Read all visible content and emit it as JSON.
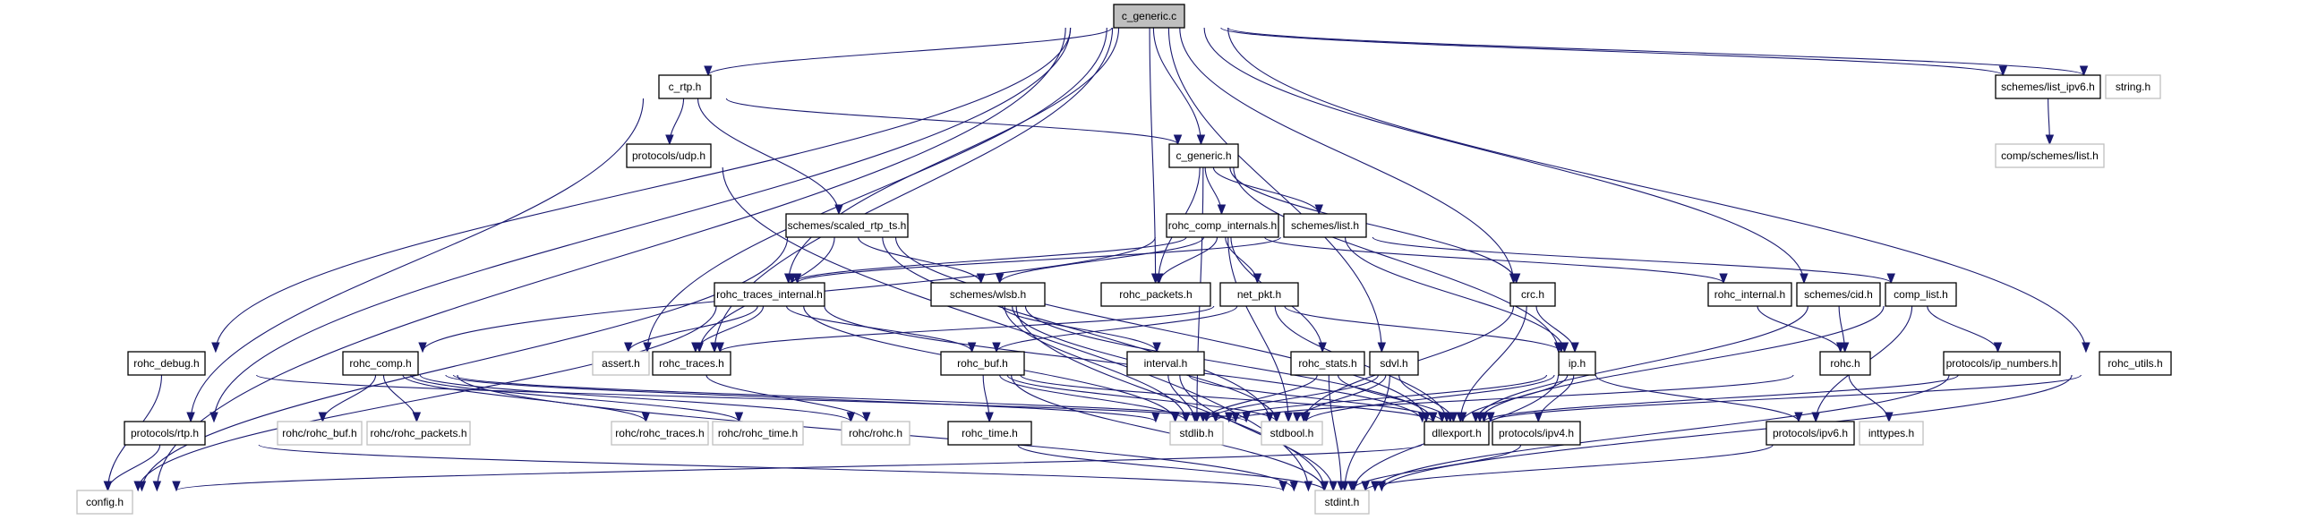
{
  "graph": {
    "title": "c_generic.c",
    "edge_color": "#191970",
    "root_fill": "#bfbfbf",
    "node_border_local": "#000000",
    "node_border_external": "#bfbfbf",
    "nodes": [
      {
        "id": "c_generic_c",
        "label": "c_generic.c",
        "kind": "root"
      },
      {
        "id": "c_rtp_h",
        "label": "c_rtp.h",
        "kind": "local"
      },
      {
        "id": "schemes_list_ipv6_h",
        "label": "schemes/list_ipv6.h",
        "kind": "local"
      },
      {
        "id": "string_h",
        "label": "string.h",
        "kind": "ext"
      },
      {
        "id": "protocols_udp_h",
        "label": "protocols/udp.h",
        "kind": "local"
      },
      {
        "id": "c_generic_h",
        "label": "c_generic.h",
        "kind": "local"
      },
      {
        "id": "comp_schemes_list_h",
        "label": "comp/schemes/list.h",
        "kind": "ext"
      },
      {
        "id": "schemes_scaled_rtp_ts_h",
        "label": "schemes/scaled_rtp_ts.h",
        "kind": "local"
      },
      {
        "id": "rohc_comp_internals_h",
        "label": "rohc_comp_internals.h",
        "kind": "local"
      },
      {
        "id": "schemes_list_h",
        "label": "schemes/list.h",
        "kind": "local"
      },
      {
        "id": "rohc_traces_internal_h",
        "label": "rohc_traces_internal.h",
        "kind": "local"
      },
      {
        "id": "schemes_wlsb_h",
        "label": "schemes/wlsb.h",
        "kind": "local"
      },
      {
        "id": "rohc_packets_h",
        "label": "rohc_packets.h",
        "kind": "local"
      },
      {
        "id": "net_pkt_h",
        "label": "net_pkt.h",
        "kind": "local"
      },
      {
        "id": "crc_h",
        "label": "crc.h",
        "kind": "local"
      },
      {
        "id": "rohc_internal_h",
        "label": "rohc_internal.h",
        "kind": "local"
      },
      {
        "id": "schemes_cid_h",
        "label": "schemes/cid.h",
        "kind": "local"
      },
      {
        "id": "comp_list_h",
        "label": "comp_list.h",
        "kind": "local"
      },
      {
        "id": "rohc_debug_h",
        "label": "rohc_debug.h",
        "kind": "local"
      },
      {
        "id": "rohc_comp_h",
        "label": "rohc_comp.h",
        "kind": "local"
      },
      {
        "id": "assert_h",
        "label": "assert.h",
        "kind": "ext"
      },
      {
        "id": "rohc_traces_h",
        "label": "rohc_traces.h",
        "kind": "local"
      },
      {
        "id": "rohc_buf_h",
        "label": "rohc_buf.h",
        "kind": "local"
      },
      {
        "id": "interval_h",
        "label": "interval.h",
        "kind": "local"
      },
      {
        "id": "rohc_stats_h",
        "label": "rohc_stats.h",
        "kind": "local"
      },
      {
        "id": "sdvl_h",
        "label": "sdvl.h",
        "kind": "local"
      },
      {
        "id": "ip_h",
        "label": "ip.h",
        "kind": "local"
      },
      {
        "id": "rohc_h",
        "label": "rohc.h",
        "kind": "local"
      },
      {
        "id": "protocols_ip_numbers_h",
        "label": "protocols/ip_numbers.h",
        "kind": "local"
      },
      {
        "id": "rohc_utils_h",
        "label": "rohc_utils.h",
        "kind": "local"
      },
      {
        "id": "protocols_rtp_h",
        "label": "protocols/rtp.h",
        "kind": "local"
      },
      {
        "id": "rohc_rohc_buf_h",
        "label": "rohc/rohc_buf.h",
        "kind": "ext"
      },
      {
        "id": "rohc_rohc_packets_h",
        "label": "rohc/rohc_packets.h",
        "kind": "ext"
      },
      {
        "id": "rohc_rohc_traces_h",
        "label": "rohc/rohc_traces.h",
        "kind": "ext"
      },
      {
        "id": "rohc_rohc_time_h",
        "label": "rohc/rohc_time.h",
        "kind": "ext"
      },
      {
        "id": "rohc_rohc_h",
        "label": "rohc/rohc.h",
        "kind": "ext"
      },
      {
        "id": "rohc_time_h",
        "label": "rohc_time.h",
        "kind": "local"
      },
      {
        "id": "stdlib_h",
        "label": "stdlib.h",
        "kind": "ext"
      },
      {
        "id": "stdbool_h",
        "label": "stdbool.h",
        "kind": "ext"
      },
      {
        "id": "dllexport_h",
        "label": "dllexport.h",
        "kind": "local"
      },
      {
        "id": "protocols_ipv4_h",
        "label": "protocols/ipv4.h",
        "kind": "local"
      },
      {
        "id": "protocols_ipv6_h",
        "label": "protocols/ipv6.h",
        "kind": "local"
      },
      {
        "id": "inttypes_h",
        "label": "inttypes.h",
        "kind": "ext"
      },
      {
        "id": "config_h",
        "label": "config.h",
        "kind": "ext"
      },
      {
        "id": "stdint_h",
        "label": "stdint.h",
        "kind": "ext"
      }
    ],
    "edges": [
      [
        "c_generic_c",
        "c_rtp_h"
      ],
      [
        "c_generic_c",
        "c_generic_h"
      ],
      [
        "c_generic_c",
        "schemes_list_ipv6_h"
      ],
      [
        "c_generic_c",
        "string_h"
      ],
      [
        "c_generic_c",
        "config_h"
      ],
      [
        "c_generic_c",
        "rohc_debug_h"
      ],
      [
        "c_generic_c",
        "rohc_traces_internal_h"
      ],
      [
        "c_generic_c",
        "rohc_traces_h"
      ],
      [
        "c_generic_c",
        "assert_h"
      ],
      [
        "c_generic_c",
        "rohc_packets_h"
      ],
      [
        "c_generic_c",
        "crc_h"
      ],
      [
        "c_generic_c",
        "schemes_cid_h"
      ],
      [
        "c_generic_c",
        "sdvl_h"
      ],
      [
        "c_generic_c",
        "rohc_utils_h"
      ],
      [
        "c_generic_c",
        "protocols_rtp_h"
      ],
      [
        "c_rtp_h",
        "protocols_udp_h"
      ],
      [
        "c_rtp_h",
        "schemes_scaled_rtp_ts_h"
      ],
      [
        "c_rtp_h",
        "c_generic_h"
      ],
      [
        "c_rtp_h",
        "protocols_rtp_h"
      ],
      [
        "schemes_list_ipv6_h",
        "comp_schemes_list_h"
      ],
      [
        "protocols_udp_h",
        "stdint_h"
      ],
      [
        "c_generic_h",
        "rohc_comp_internals_h"
      ],
      [
        "c_generic_h",
        "schemes_list_h"
      ],
      [
        "c_generic_h",
        "rohc_packets_h"
      ],
      [
        "c_generic_h",
        "crc_h"
      ],
      [
        "c_generic_h",
        "ip_h"
      ],
      [
        "c_generic_h",
        "stdlib_h"
      ],
      [
        "schemes_scaled_rtp_ts_h",
        "schemes_wlsb_h"
      ],
      [
        "schemes_scaled_rtp_ts_h",
        "rohc_traces_h"
      ],
      [
        "schemes_scaled_rtp_ts_h",
        "config_h"
      ],
      [
        "schemes_scaled_rtp_ts_h",
        "stdbool_h"
      ],
      [
        "schemes_scaled_rtp_ts_h",
        "dllexport_h"
      ],
      [
        "rohc_comp_internals_h",
        "rohc_traces_internal_h"
      ],
      [
        "rohc_comp_internals_h",
        "schemes_wlsb_h"
      ],
      [
        "rohc_comp_internals_h",
        "rohc_packets_h"
      ],
      [
        "rohc_comp_internals_h",
        "net_pkt_h"
      ],
      [
        "rohc_comp_internals_h",
        "rohc_stats_h"
      ],
      [
        "rohc_comp_internals_h",
        "rohc_internal_h"
      ],
      [
        "rohc_comp_internals_h",
        "rohc_comp_h"
      ],
      [
        "rohc_comp_internals_h",
        "stdbool_h"
      ],
      [
        "schemes_list_h",
        "comp_list_h"
      ],
      [
        "schemes_list_h",
        "ip_h"
      ],
      [
        "schemes_list_h",
        "rohc_traces_internal_h"
      ],
      [
        "rohc_traces_internal_h",
        "rohc_traces_h"
      ],
      [
        "rohc_traces_internal_h",
        "assert_h"
      ],
      [
        "rohc_traces_internal_h",
        "rohc_buf_h"
      ],
      [
        "rohc_traces_internal_h",
        "config_h"
      ],
      [
        "rohc_traces_internal_h",
        "stdlib_h"
      ],
      [
        "rohc_traces_internal_h",
        "dllexport_h"
      ],
      [
        "schemes_wlsb_h",
        "interval_h"
      ],
      [
        "schemes_wlsb_h",
        "stdlib_h"
      ],
      [
        "schemes_wlsb_h",
        "stdint_h"
      ],
      [
        "schemes_wlsb_h",
        "stdbool_h"
      ],
      [
        "schemes_wlsb_h",
        "dllexport_h"
      ],
      [
        "net_pkt_h",
        "ip_h"
      ],
      [
        "net_pkt_h",
        "rohc_buf_h"
      ],
      [
        "net_pkt_h",
        "rohc_traces_h"
      ],
      [
        "net_pkt_h",
        "dllexport_h"
      ],
      [
        "crc_h",
        "ip_h"
      ],
      [
        "crc_h",
        "dllexport_h"
      ],
      [
        "crc_h",
        "stdbool_h"
      ],
      [
        "rohc_internal_h",
        "rohc_h"
      ],
      [
        "schemes_cid_h",
        "rohc_h"
      ],
      [
        "schemes_cid_h",
        "dllexport_h"
      ],
      [
        "comp_list_h",
        "protocols_ip_numbers_h"
      ],
      [
        "comp_list_h",
        "protocols_ipv6_h"
      ],
      [
        "comp_list_h",
        "dllexport_h"
      ],
      [
        "rohc_debug_h",
        "config_h"
      ],
      [
        "rohc_debug_h",
        "stdbool_h"
      ],
      [
        "rohc_comp_h",
        "rohc_rohc_buf_h"
      ],
      [
        "rohc_comp_h",
        "rohc_rohc_packets_h"
      ],
      [
        "rohc_comp_h",
        "rohc_rohc_traces_h"
      ],
      [
        "rohc_comp_h",
        "rohc_rohc_time_h"
      ],
      [
        "rohc_comp_h",
        "rohc_rohc_h"
      ],
      [
        "rohc_comp_h",
        "stdlib_h"
      ],
      [
        "rohc_comp_h",
        "stdint_h"
      ],
      [
        "rohc_comp_h",
        "stdbool_h"
      ],
      [
        "rohc_traces_h",
        "rohc_rohc_h"
      ],
      [
        "rohc_buf_h",
        "rohc_time_h"
      ],
      [
        "rohc_buf_h",
        "stdlib_h"
      ],
      [
        "rohc_buf_h",
        "stdint_h"
      ],
      [
        "rohc_buf_h",
        "stdbool_h"
      ],
      [
        "rohc_buf_h",
        "dllexport_h"
      ],
      [
        "interval_h",
        "stdint_h"
      ],
      [
        "interval_h",
        "stdlib_h"
      ],
      [
        "interval_h",
        "dllexport_h"
      ],
      [
        "rohc_stats_h",
        "stdint_h"
      ],
      [
        "rohc_stats_h",
        "stdlib_h"
      ],
      [
        "rohc_stats_h",
        "dllexport_h"
      ],
      [
        "sdvl_h",
        "stdint_h"
      ],
      [
        "sdvl_h",
        "stdbool_h"
      ],
      [
        "sdvl_h",
        "dllexport_h"
      ],
      [
        "sdvl_h",
        "stdlib_h"
      ],
      [
        "ip_h",
        "protocols_ipv4_h"
      ],
      [
        "ip_h",
        "protocols_ipv6_h"
      ],
      [
        "ip_h",
        "dllexport_h"
      ],
      [
        "ip_h",
        "stdint_h"
      ],
      [
        "ip_h",
        "stdbool_h"
      ],
      [
        "ip_h",
        "stdlib_h"
      ],
      [
        "rohc_h",
        "inttypes_h"
      ],
      [
        "rohc_h",
        "stdlib_h"
      ],
      [
        "protocols_ip_numbers_h",
        "stdint_h"
      ],
      [
        "protocols_ip_numbers_h",
        "dllexport_h"
      ],
      [
        "rohc_utils_h",
        "stdint_h"
      ],
      [
        "rohc_utils_h",
        "dllexport_h"
      ],
      [
        "protocols_rtp_h",
        "config_h"
      ],
      [
        "protocols_rtp_h",
        "stdint_h"
      ],
      [
        "rohc_time_h",
        "stdint_h"
      ],
      [
        "protocols_ipv4_h",
        "stdint_h"
      ],
      [
        "protocols_ipv4_h",
        "config_h"
      ],
      [
        "protocols_ipv6_h",
        "stdint_h"
      ]
    ]
  }
}
